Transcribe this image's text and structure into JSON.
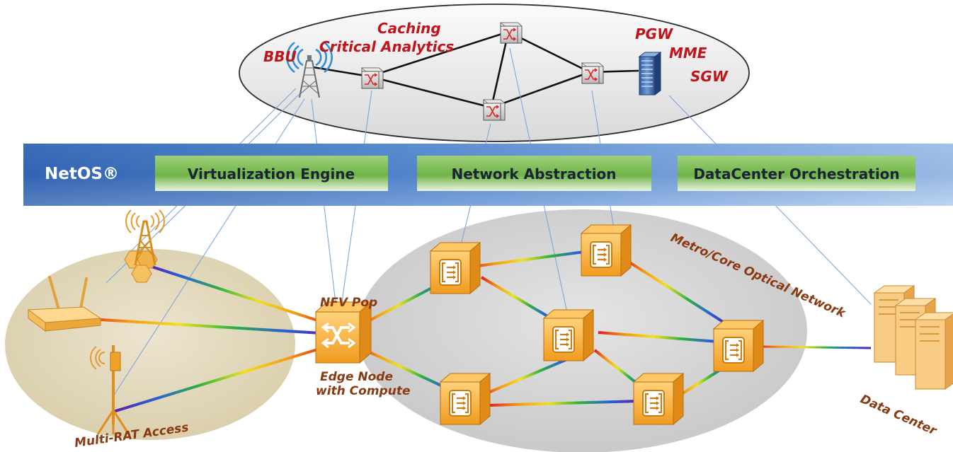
{
  "core_functions": {
    "bbu": "BBU",
    "caching": "Caching",
    "critical_analytics": "Critical Analytics",
    "pgw": "PGW",
    "mme": "MME",
    "sgw": "SGW"
  },
  "netos_bar": {
    "title": "NetOS®",
    "modules": [
      "Virtualization Engine",
      "Network Abstraction",
      "DataCenter Orchestration"
    ]
  },
  "physical": {
    "nfv_pop": "NFV Pop",
    "edge_node_line1": "Edge Node",
    "edge_node_line2": "with Compute",
    "access": "Multi-RAT Access",
    "optical": "Metro/Core Optical Network",
    "datacenter": "Data Center"
  },
  "colors": {
    "core_label": "#c0141c",
    "physical_label": "#8a3a12",
    "bar_blue": "#2e63b3",
    "module_green": "#62a93a",
    "node_orange": "#f2a62c"
  },
  "icons": [
    "cell-tower-icon",
    "virtual-switch-icon",
    "server-rack-icon",
    "radio-tower-icon",
    "wifi-router-icon",
    "antenna-mast-icon",
    "optical-node-icon",
    "nfv-node-icon",
    "datacenter-server-icon"
  ]
}
